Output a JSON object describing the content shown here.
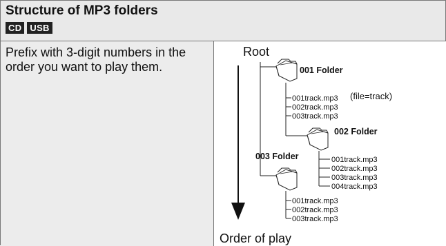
{
  "header": {
    "title": "Structure of MP3 folders",
    "badges": [
      "CD",
      "USB"
    ]
  },
  "instruction": "Prefix with 3-digit numbers in the order you want to play them.",
  "diagram": {
    "root_label": "Root",
    "order_label": "Order of play",
    "folder_1": {
      "name": "001 Folder",
      "tracks": [
        "001track.mp3",
        "002track.mp3",
        "003track.mp3"
      ],
      "note": "(file=track)"
    },
    "folder_2": {
      "name": "002 Folder",
      "tracks": [
        "001track.mp3",
        "002track.mp3",
        "003track.mp3",
        "004track.mp3"
      ]
    },
    "folder_3": {
      "name": "003 Folder",
      "tracks": [
        "001track.mp3",
        "002track.mp3",
        "003track.mp3"
      ]
    }
  }
}
